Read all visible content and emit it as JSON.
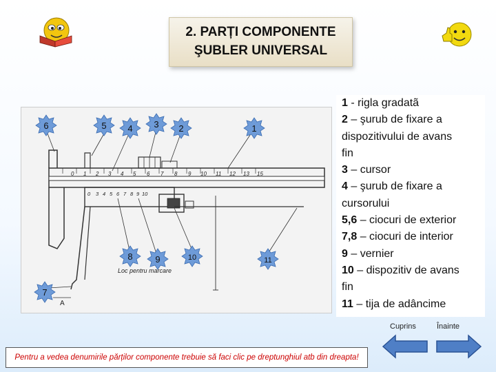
{
  "title": {
    "line1": "2. PARȚI COMPONENTE",
    "line2": "ŞUBLER  UNIVERSAL"
  },
  "diagram": {
    "callouts": [
      "6",
      "5",
      "4",
      "3",
      "2",
      "1",
      "8",
      "9",
      "10",
      "11",
      "7"
    ],
    "scale_numbers_top": [
      "0",
      "1",
      "2",
      "3",
      "4",
      "5",
      "6",
      "7",
      "8",
      "9",
      "10",
      "11",
      "12",
      "13",
      "15"
    ],
    "scale_numbers_vernier": [
      "0",
      "3",
      "4",
      "5",
      "6",
      "7",
      "8",
      "9",
      "10"
    ],
    "caption": "Loc pentru marcare",
    "dimension_label": "A"
  },
  "description": [
    {
      "num": "1",
      "text": " - rigla gradatã"
    },
    {
      "num": "2",
      "text": " – şurub de fixare a"
    },
    {
      "num": "",
      "text": "dispozitivului de avans"
    },
    {
      "num": "",
      "text": "fin"
    },
    {
      "num": "3",
      "text": " – cursor"
    },
    {
      "num": "4",
      "text": " – şurub de fixare a"
    },
    {
      "num": "",
      "text": "cursorului"
    },
    {
      "num": "5,6",
      "text": " – ciocuri de exterior"
    },
    {
      "num": "7,8",
      "text": " – ciocuri de interior"
    },
    {
      "num": "9",
      "text": " – vernier"
    },
    {
      "num": "10",
      "text": " – dispozitiv de avans"
    },
    {
      "num": "",
      "text": "fin"
    },
    {
      "num": "11",
      "text": " – tija de adâncime"
    }
  ],
  "nav": {
    "back_label": "Cuprins",
    "next_label": "Înainte"
  },
  "instruction": "Pentru a vedea denumirile părților componente trebuie să faci clic pe dreptunghiul atb din dreapta!",
  "colors": {
    "callout_star": "#6e9bd8",
    "arrow": "#4f7fc6",
    "instruction_text": "#cc0000"
  },
  "icons": {
    "left": "smiley-book-icon",
    "right": "smiley-thumbs-up-icon"
  }
}
